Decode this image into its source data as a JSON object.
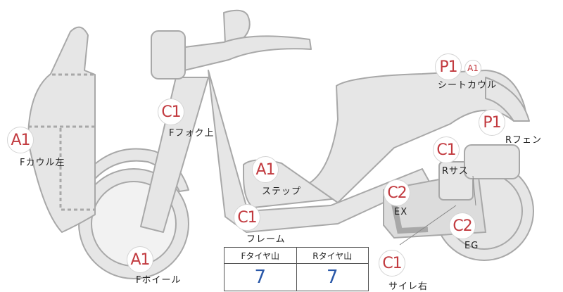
{
  "parts": [
    {
      "key": "f_cowl_left",
      "code": "A1",
      "label": "Fカウル左"
    },
    {
      "key": "f_fork_upper",
      "code": "C1",
      "label": "Fフォク上"
    },
    {
      "key": "step",
      "code": "A1",
      "label": "ステップ"
    },
    {
      "key": "frame",
      "code": "C1",
      "label": "フレーム"
    },
    {
      "key": "f_wheel",
      "code": "A1",
      "label": "Fホイール"
    },
    {
      "key": "seat_cowl",
      "code": "P1",
      "code2": "A1",
      "label": "シートカウル"
    },
    {
      "key": "r_fender",
      "code": "P1",
      "label": "Rフェン"
    },
    {
      "key": "r_suspension",
      "code": "C1",
      "label": "Rサス"
    },
    {
      "key": "exhaust",
      "code": "C2",
      "label": "EX"
    },
    {
      "key": "engine",
      "code": "C2",
      "label": "EG"
    },
    {
      "key": "muffler_right",
      "code": "C1",
      "label": "サイレ右"
    }
  ],
  "tread_table": {
    "front_header": "Fタイヤ山",
    "rear_header": "Rタイヤ山",
    "front_value": "7",
    "rear_value": "7"
  }
}
